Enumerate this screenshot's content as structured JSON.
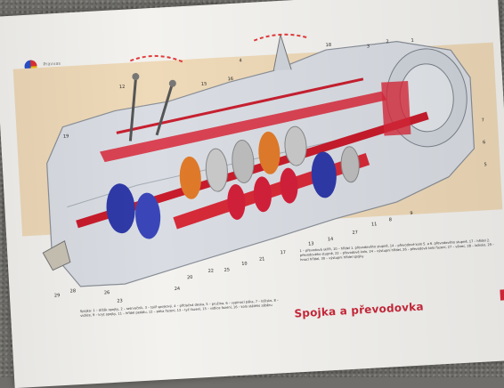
{
  "header": {
    "brand": "Pravvas"
  },
  "title": "Spojka a převodovka",
  "legend_text": "1 – převodová skříň, 10 – hřídel 1. převodového stupně, 14 – převodové kolo 5. a 6. převodového stupně, 17 – hřídel 2. převodového stupně, 22 – převodové kolo, 24 – výstupní hřídel, 26 – převodové kolo řazení, 27 – věnec, 28 – ložisko, 29 – hnací hřídel, 30 – výstupní hřídel spojky",
  "legend_text2": "Spojka: 1 – držák spojky, 2 – setrvačník, 3 – talíř spojkový, 4 – přítlačná deska, 5 – pružina, 6 – vypínací páka, 7 – ložisko, 8 – vidlice, 9 – kryt spojky, 11 – hřídel pedálu, 12 – páka řazení, 13 – tyč řazení, 15 – vidlice řazení, 16 – kolo stálého záběru",
  "colors": {
    "accent_red": "#c8283a",
    "gear_blue": "#2f3aa8",
    "panel": "#eed9b8"
  },
  "callouts": [
    "29",
    "28",
    "27",
    "26",
    "25",
    "24",
    "23",
    "22",
    "21",
    "20",
    "19",
    "18",
    "17",
    "16",
    "15",
    "14",
    "13",
    "12",
    "11",
    "10",
    "9",
    "8",
    "7",
    "6",
    "5",
    "4",
    "3",
    "2",
    "1"
  ]
}
